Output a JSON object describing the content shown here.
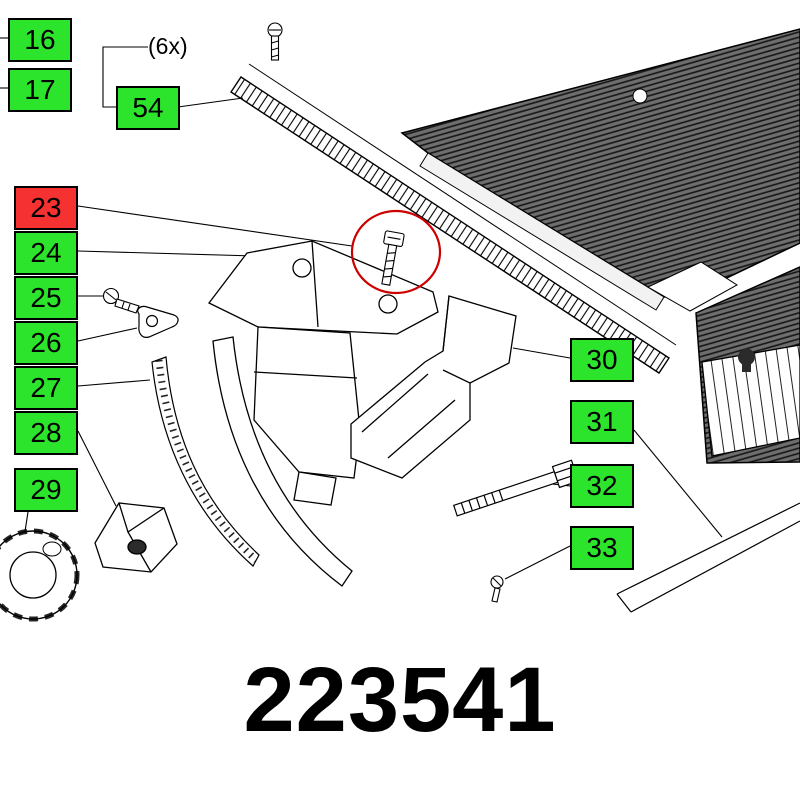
{
  "document": {
    "part_number": "223541"
  },
  "notes": {
    "quantity": "(6x)"
  },
  "colors": {
    "green": "#2ce42c",
    "red": "#f53131",
    "highlight": "#cc0000"
  },
  "labels": [
    {
      "text": "16",
      "variant": "green"
    },
    {
      "text": "17",
      "variant": "green"
    },
    {
      "text": "54",
      "variant": "green"
    },
    {
      "text": "23",
      "variant": "red"
    },
    {
      "text": "24",
      "variant": "green"
    },
    {
      "text": "25",
      "variant": "green"
    },
    {
      "text": "26",
      "variant": "green"
    },
    {
      "text": "27",
      "variant": "green"
    },
    {
      "text": "28",
      "variant": "green"
    },
    {
      "text": "29",
      "variant": "green"
    },
    {
      "text": "30",
      "variant": "green"
    },
    {
      "text": "31",
      "variant": "green"
    },
    {
      "text": "32",
      "variant": "green"
    },
    {
      "text": "33",
      "variant": "green"
    }
  ],
  "icons": {
    "highlight_circle": "red-highlight-circle"
  }
}
